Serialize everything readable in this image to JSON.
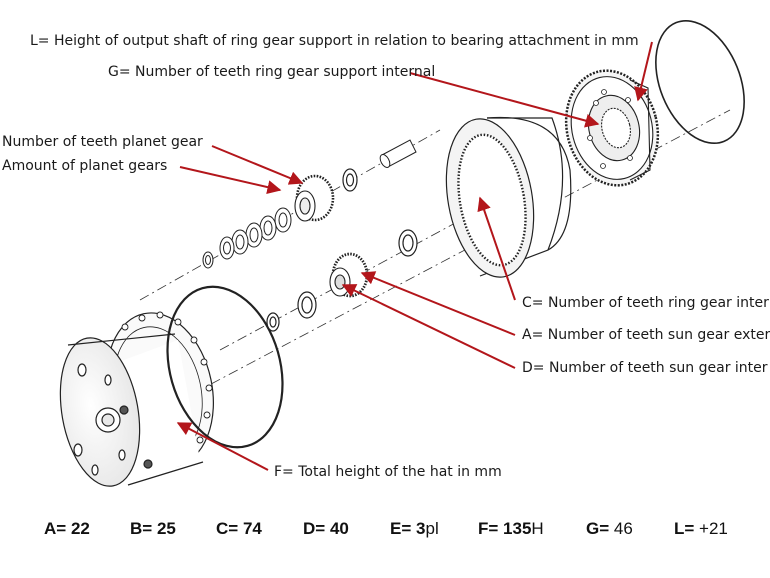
{
  "labels": {
    "L": "L= Height of output shaft of ring gear support in relation to bearing attachment in mm",
    "G": "G= Number of teeth ring gear support internal",
    "planet_teeth": "Number of teeth planet gear",
    "planet_amount": "Amount of planet gears",
    "C": "C= Number of teeth ring gear inter",
    "A": "A= Number of teeth sun gear exter",
    "D": "D= Number of teeth sun gear inter",
    "F": "F= Total height of the hat in mm"
  },
  "values": [
    {
      "key": "A=",
      "num": "22",
      "suffix": ""
    },
    {
      "key": "B=",
      "num": "25",
      "suffix": ""
    },
    {
      "key": "C=",
      "num": "74",
      "suffix": ""
    },
    {
      "key": "D=",
      "num": "40",
      "suffix": ""
    },
    {
      "key": "E=",
      "num": "3",
      "suffix": "pl"
    },
    {
      "key": "F=",
      "num": "135",
      "suffix": "H"
    },
    {
      "key": "G=",
      "num": "",
      "suffix": "46"
    },
    {
      "key": "L=",
      "num": "",
      "suffix": "+21"
    }
  ],
  "colors": {
    "arrow": "#b3161b",
    "line": "#222222"
  }
}
